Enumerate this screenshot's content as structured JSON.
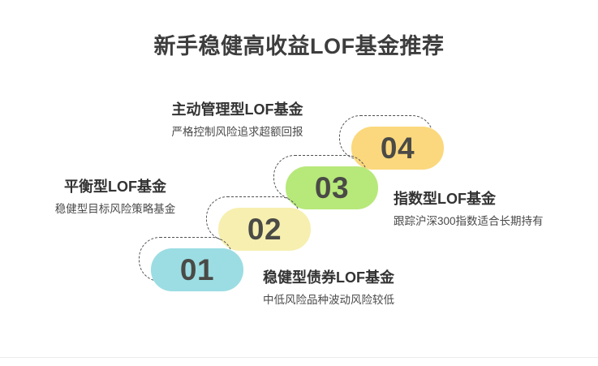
{
  "page": {
    "title": "新手稳健高收益LOF基金推荐",
    "background_color": "#ffffff",
    "title_color": "#3d3d3d"
  },
  "steps": [
    {
      "number": "01",
      "chip_color": "#9BDDE3",
      "headline": "稳健型债券LOF基金",
      "subtitle": "中低风险品种波动风险较低"
    },
    {
      "number": "02",
      "chip_color": "#F7EFB0",
      "headline": "平衡型LOF基金",
      "subtitle": "稳健型目标风险策略基金"
    },
    {
      "number": "03",
      "chip_color": "#B7E87A",
      "headline": "主动管理型LOF基金",
      "subtitle": "严格控制风险追求超额回报"
    },
    {
      "number": "04",
      "chip_color": "#FBD87D",
      "headline": "指数型LOF基金",
      "subtitle": "跟踪沪深300指数适合长期持有"
    }
  ]
}
